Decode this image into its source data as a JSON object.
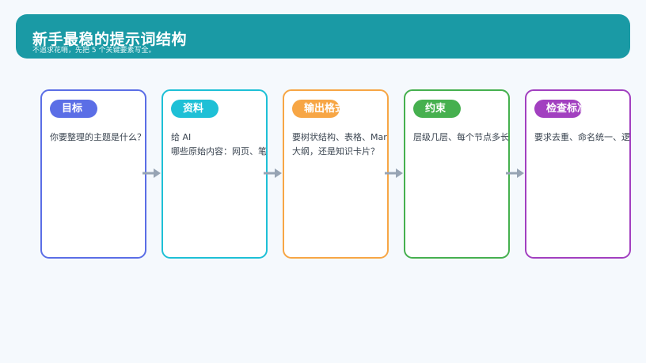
{
  "header": {
    "title": "新手最稳的提示词结构",
    "subtitle": "不追求花哨，先把 5 个关键要素写全。"
  },
  "cards": [
    {
      "label": "目标",
      "text": "你要整理的主题是什么？想解决什么问题？",
      "color": "#5b6ee6"
    },
    {
      "label": "资料",
      "text": "给 AI\n哪些原始内容：网页、笔记、文章、会议记录",
      "color": "#1ec0d6"
    },
    {
      "label": "输出格式",
      "text": "要树状结构、表格、Markdown\n大纲，还是知识卡片？",
      "color": "#f7a645"
    },
    {
      "label": "约束",
      "text": "层级几层、每个节点多长、是否保留原文术语",
      "color": "#46b04f"
    },
    {
      "label": "检查标准",
      "text": "要求去重、命名统一、逻辑清晰",
      "color": "#a240c0"
    }
  ],
  "arrow_color": "#97a4b4"
}
